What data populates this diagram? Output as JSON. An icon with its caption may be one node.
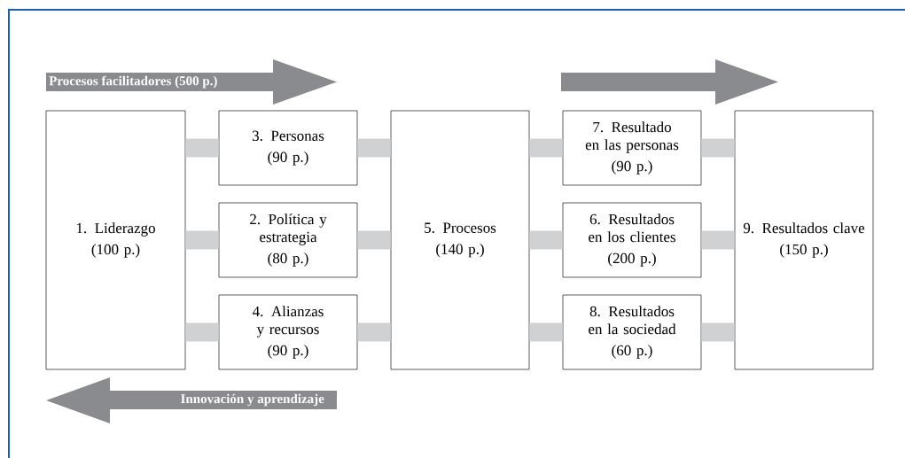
{
  "diagram": {
    "nodes": [
      {
        "text": [
          "1. Liderazgo",
          "(100 p.)"
        ]
      },
      {
        "text": [
          "3. Personas",
          "(90 p.)"
        ]
      },
      {
        "text": [
          "2. Política y estrategia",
          "(80 p.)"
        ]
      },
      {
        "text": [
          "4. Alianzas y recursos",
          "(90 p.)"
        ]
      },
      {
        "text": [
          "5. Procesos",
          "(140 p.)"
        ]
      },
      {
        "text": [
          "7. Resultado en las personas",
          "(90 p.)"
        ]
      },
      {
        "text": [
          "6. Resultados en los clientes",
          "(200 p.)"
        ]
      },
      {
        "text": [
          "8. Resultados en la sociedad",
          "(60 p.)"
        ]
      },
      {
        "text": [
          "9. Resultados clave",
          "(150 p.)"
        ]
      }
    ],
    "edges": [
      {
        "from": 0,
        "to": 1,
        "arrow": "none"
      },
      {
        "from": 0,
        "to": 2,
        "arrow": "none"
      },
      {
        "from": 0,
        "to": 3,
        "arrow": "none"
      },
      {
        "from": 1,
        "to": 4,
        "arrow": "none"
      },
      {
        "from": 2,
        "to": 4,
        "arrow": "none"
      },
      {
        "from": 3,
        "to": 4,
        "arrow": "none"
      },
      {
        "from": 4,
        "to": 5,
        "arrow": "none"
      },
      {
        "from": 4,
        "to": 6,
        "arrow": "none"
      },
      {
        "from": 4,
        "to": 7,
        "arrow": "none"
      },
      {
        "from": 5,
        "to": 8,
        "arrow": "none"
      },
      {
        "from": 6,
        "to": 8,
        "arrow": "none"
      },
      {
        "from": 7,
        "to": 8,
        "arrow": "none"
      }
    ],
    "labels": [
      "Procesos facilitadores (500 p.)",
      "Innovación y aprendizaje"
    ]
  }
}
